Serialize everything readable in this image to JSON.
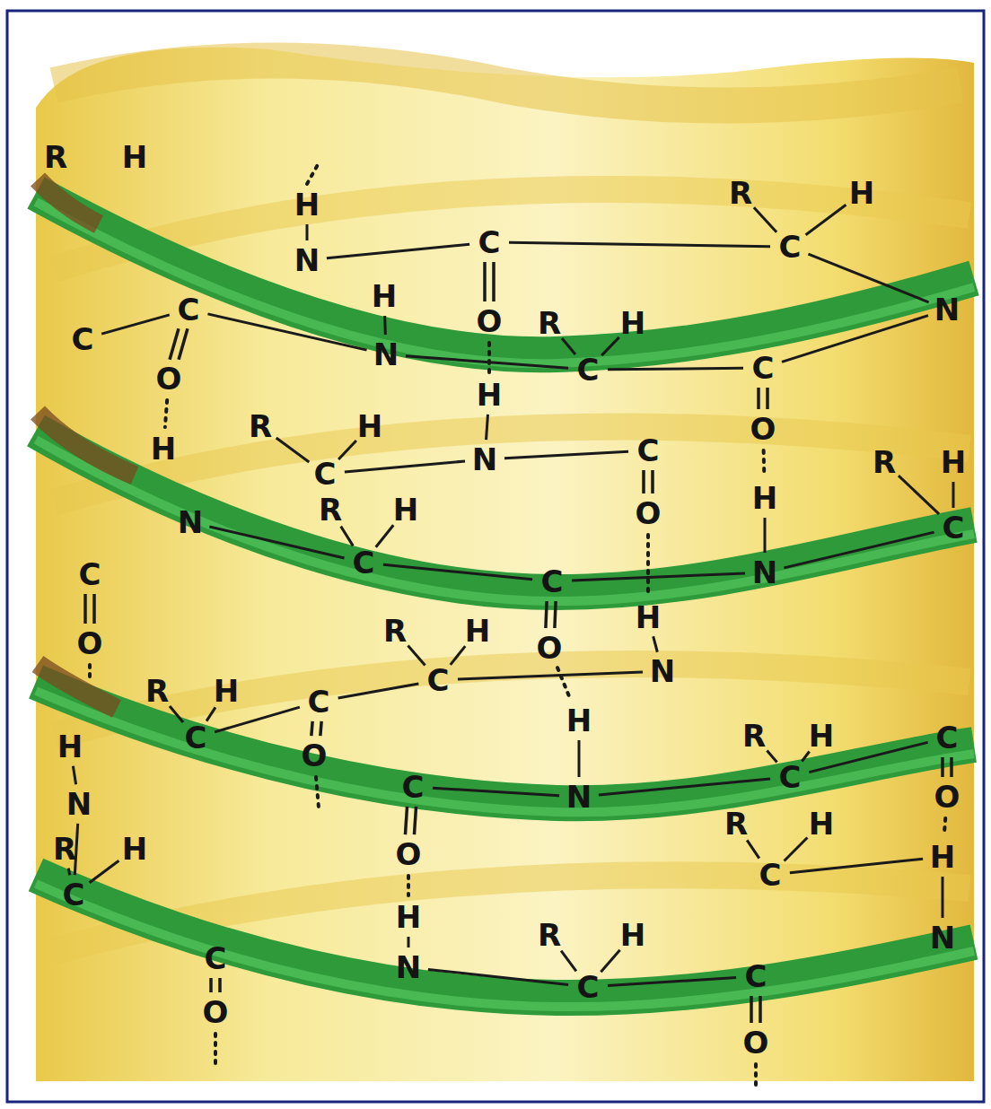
{
  "diagram": {
    "labels": [
      "R",
      "H",
      "H",
      "N",
      "C",
      "O",
      "R",
      "H",
      "C",
      "N",
      "H",
      "N",
      "R",
      "H",
      "C",
      "C",
      "O",
      "C",
      "O",
      "C",
      "H",
      "H",
      "N",
      "R",
      "H",
      "C",
      "C",
      "O",
      "H",
      "N",
      "R",
      "H",
      "C",
      "N",
      "R",
      "H",
      "C",
      "C",
      "O",
      "H",
      "N",
      "R",
      "H",
      "C",
      "C",
      "O",
      "R",
      "H",
      "C",
      "C",
      "O",
      "H",
      "N",
      "C",
      "O",
      "R",
      "H",
      "C",
      "C",
      "O",
      "H",
      "N",
      "H",
      "N",
      "R",
      "H",
      "C",
      "H",
      "N",
      "R",
      "H",
      "C",
      "C",
      "O",
      "R",
      "H",
      "C",
      "C",
      "O"
    ]
  }
}
